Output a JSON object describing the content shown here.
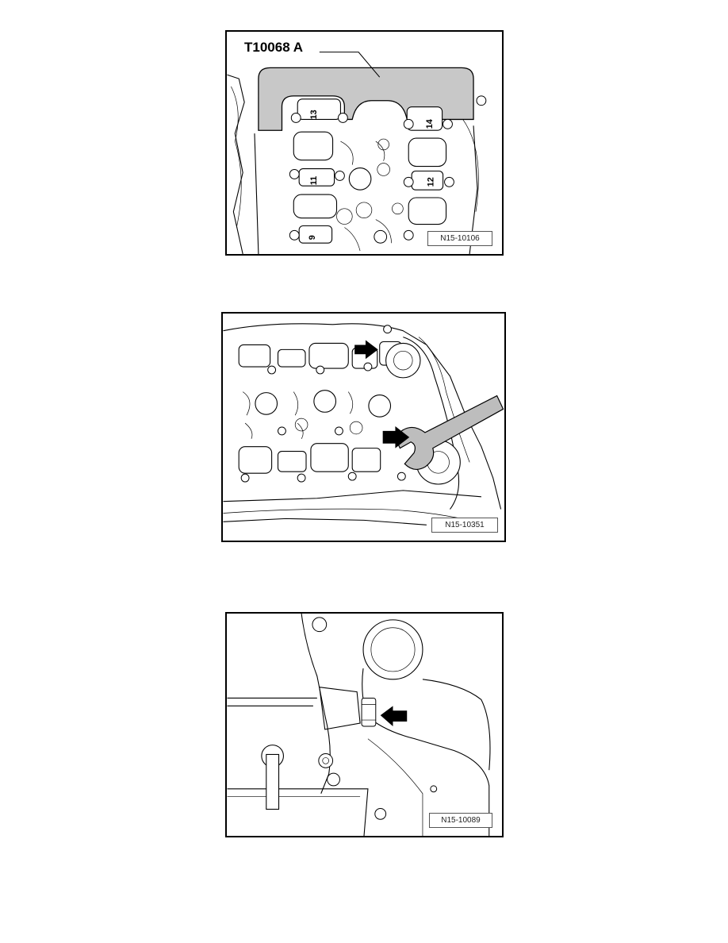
{
  "figures": [
    {
      "id": "fig1",
      "reference": "N15-10106",
      "tool_label": "T10068 A",
      "cap_numbers": [
        "13",
        "14",
        "11",
        "12",
        "9"
      ]
    },
    {
      "id": "fig2",
      "reference": "N15-10351"
    },
    {
      "id": "fig3",
      "reference": "N15-10089"
    }
  ]
}
